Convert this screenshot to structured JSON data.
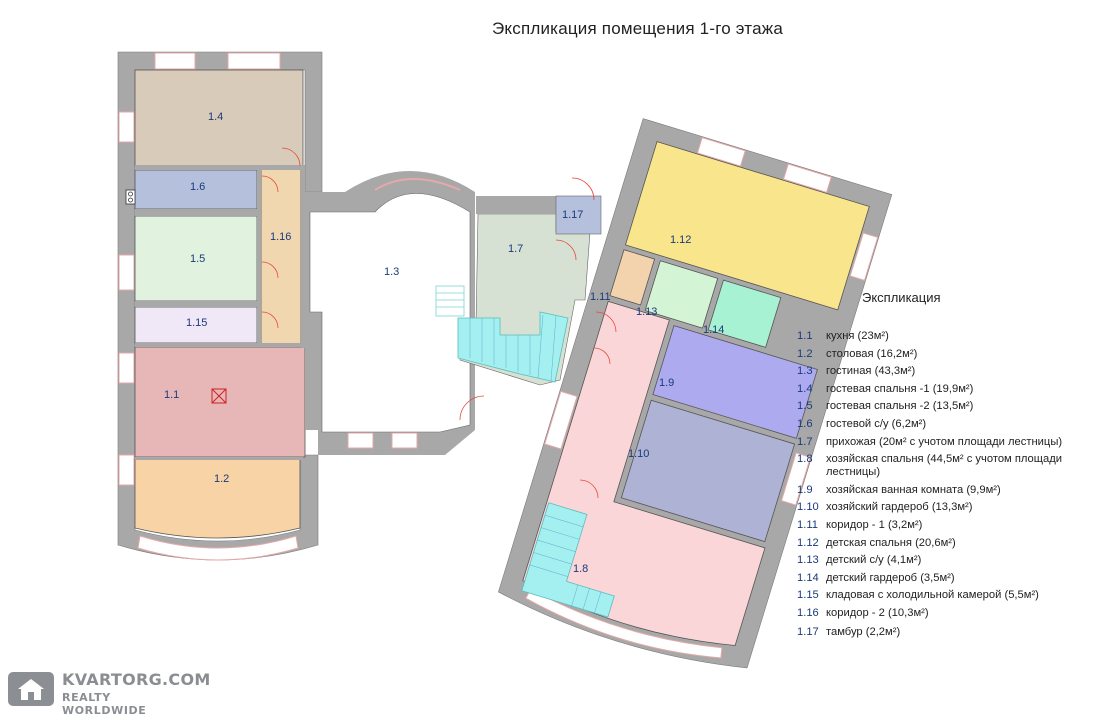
{
  "title": "Экспликация помещения 1-го этажа",
  "legend_title": "Экспликация",
  "rooms": [
    {
      "id": "1.1",
      "name": "кухня (23м²)",
      "color": "#e7b7b8"
    },
    {
      "id": "1.2",
      "name": "столовая (16,2м²)",
      "color": "#f8d3a5"
    },
    {
      "id": "1.3",
      "name": "гостиная (43,3м²)",
      "color": "#ffffff"
    },
    {
      "id": "1.4",
      "name": "гостевая спальня -1 (19,9м²)",
      "color": "#d8cbb9"
    },
    {
      "id": "1.5",
      "name": "гостевая спальня -2 (13,5м²)",
      "color": "#e1f3df"
    },
    {
      "id": "1.6",
      "name": "гостевой с/у (6,2м²)",
      "color": "#b5c0dd"
    },
    {
      "id": "1.7",
      "name": "прихожая (20м² с учотом площади лестницы)",
      "color": "#d6e0d3"
    },
    {
      "id": "1.8",
      "name": "хозяйская спальня (44,5м² с учотом площади лестницы)",
      "color": "#fbd6d8"
    },
    {
      "id": "1.9",
      "name": "хозяйская ванная комната (9,9м²)",
      "color": "#aeaaf0"
    },
    {
      "id": "1.10",
      "name": "хозяйский гардероб (13,3м²)",
      "color": "#aeb2d4"
    },
    {
      "id": "1.11",
      "name": "коридор - 1 (3,2м²)",
      "color": "#f2d3ae"
    },
    {
      "id": "1.12",
      "name": "детская спальня (20,6м²)",
      "color": "#f8e58c"
    },
    {
      "id": "1.13",
      "name": "детский с/у (4,1м²)",
      "color": "#d3f5d6"
    },
    {
      "id": "1.14",
      "name": "детский гардероб (3,5м²)",
      "color": "#a6f2d3"
    },
    {
      "id": "1.15",
      "name": "кладовая с холодильной камерой (5,5м²)",
      "color": "#f0e7f7"
    },
    {
      "id": "1.16",
      "name": "коридор - 2 (10,3м²)",
      "color": "#f1d7b0"
    },
    {
      "id": "1.17",
      "name": "тамбур (2,2м²)",
      "color": "#b5c0dd"
    }
  ],
  "watermark": {
    "site": "KVARTORG.COM",
    "tagline": "REALTY WORLDWIDE"
  },
  "colors": {
    "wall": "#a8a8a8",
    "window": "#e6c0c0",
    "stair": "#a4f0f0",
    "door": "#e64a3a"
  }
}
